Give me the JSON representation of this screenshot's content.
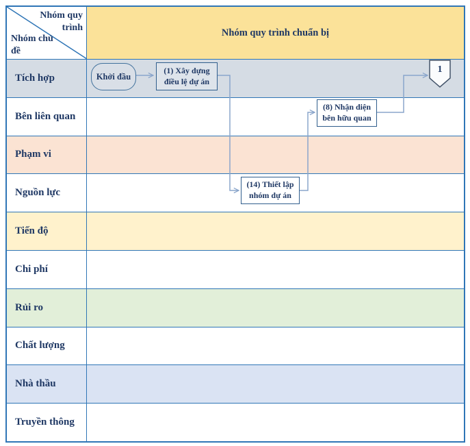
{
  "diagram": {
    "corner": {
      "process_group_label": "Nhóm quy trình",
      "subject_group_label": "Nhóm chủ đề"
    },
    "header": {
      "title": "Nhóm quy trình chuẩn bị",
      "bg": "#FBE299"
    },
    "rows": [
      {
        "label": "Tích hợp",
        "bg": "#D5DCE4"
      },
      {
        "label": "Bên liên quan",
        "bg": "#FFFFFF"
      },
      {
        "label": "Phạm vi",
        "bg": "#FBE3D3"
      },
      {
        "label": "Nguồn lực",
        "bg": "#FFFFFF"
      },
      {
        "label": "Tiến độ",
        "bg": "#FFF2CC"
      },
      {
        "label": "Chi phí",
        "bg": "#FFFFFF"
      },
      {
        "label": "Rủi ro",
        "bg": "#E2EFD9"
      },
      {
        "label": "Chất lượng",
        "bg": "#FFFFFF"
      },
      {
        "label": "Nhà thầu",
        "bg": "#DAE3F3"
      },
      {
        "label": "Truyền thông",
        "bg": "#FFFFFF"
      }
    ],
    "flow": {
      "start_label": "Khởi đầu",
      "node_build_charter": "(1) Xây dựng điều lệ dự án",
      "node_identify_stakeholders": "(8) Nhận diện bên hữu quan",
      "node_establish_team": "(14) Thiết lập nhóm dự án",
      "offpage_connector_label": "1"
    },
    "colors": {
      "grid_border": "#2E75B6",
      "text": "#1F3864",
      "connector_line": "#8AA5CB",
      "shape_border": "#2F5D8C",
      "offpage_border": "#44546A"
    }
  }
}
